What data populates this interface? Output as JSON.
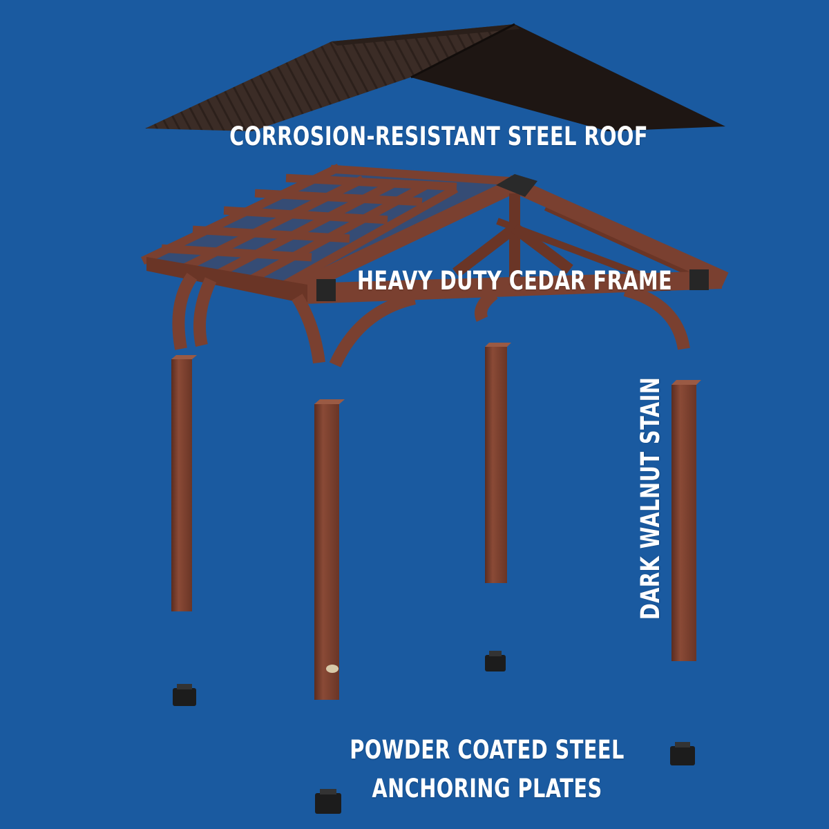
{
  "labels": {
    "roof": "CORROSION-RESISTANT STEEL ROOF",
    "frame": "HEAVY DUTY CEDAR FRAME",
    "stain": "DARK WALNUT STAIN",
    "plates_line1": "POWDER COATED STEEL",
    "plates_line2": "ANCHORING PLATES"
  },
  "colors": {
    "background": "#1a5aa0",
    "roof_light": "#3b2c26",
    "roof_dark": "#1e1613",
    "cedar": "#7a4030",
    "cedar_dark": "#5a2c20",
    "plate": "#1c1c1c",
    "text": "#ffffff"
  }
}
